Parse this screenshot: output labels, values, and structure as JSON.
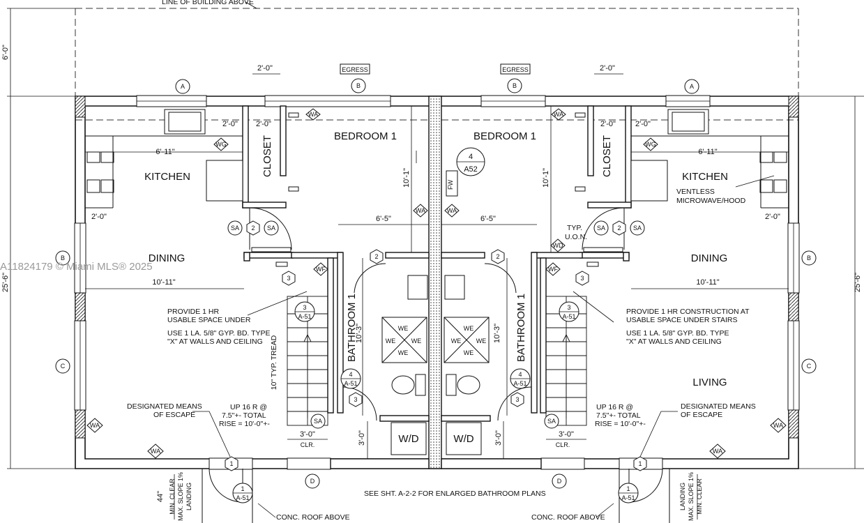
{
  "header": {
    "line_of_building": "LINE OF BUILDING ABOVE",
    "egress": "EGRESS"
  },
  "rooms": {
    "bedroom": "BEDROOM 1",
    "kitchen": "KITCHEN",
    "closet": "CLOSET",
    "dining": "DINING",
    "living": "LIVING",
    "bathroom": "BATHROOM 1",
    "wd": "W/D"
  },
  "grid": {
    "a": "A",
    "b": "B",
    "c": "C",
    "d": "D"
  },
  "dims": {
    "d2_0": "2'-0\"",
    "d6_11": "6'-11\"",
    "d10_1": "10'-1\"",
    "d6_5": "6'-5\"",
    "d10_11": "10'-11\"",
    "d10_3": "10'-3\"",
    "d3_0": "3'-0\"",
    "clr": "CLR.",
    "d6_0": "6'-0\"",
    "d25_6": "25'-6\"",
    "d44": "44\"",
    "tread": "10\" TYP. TREAD"
  },
  "tags": {
    "wa": "WA",
    "wg": "WG",
    "sa": "SA",
    "wf": "WF",
    "wd": "WD",
    "fw": "FW",
    "we": "WE",
    "n1": "1",
    "n2": "2",
    "n3": "3",
    "n4": "4",
    "a51": "A-51",
    "a52": "A52"
  },
  "notes": {
    "provide_left_1": "PROVIDE 1 HR",
    "provide_left_2": "USABLE SPACE UNDER",
    "provide_right_1": "PROVIDE 1 HR CONSTRUCTION AT",
    "provide_right_2": "USABLE SPACE UNDER STAIRS",
    "gyp_1": "USE 1 LA. 5/8\" GYP. BD. TYPE",
    "gyp_2": "\"X\" AT WALLS AND CEILING",
    "escape_1": "DESIGNATED MEANS",
    "escape_2": "OF ESCAPE",
    "up_1": "UP 16 R @",
    "up_2": "7.5\"+- TOTAL",
    "up_3": "RISE = 10'-0\"+-",
    "typ": "TYP.",
    "uon": "U.O.N.",
    "ventless_1": "VENTLESS",
    "ventless_2": "MICROWAVE/HOOD",
    "see_sheet": "SEE SHT. A-2-2 FOR ENLARGED BATHROOM PLANS",
    "conc_roof": "CONC. ROOF ABOVE",
    "landing_1": "MIN. CLEAR",
    "landing_2": "MAX. SLOPE 1%",
    "landing_3": "LANDING"
  },
  "watermark": "A11824179 © Miami MLS® 2025"
}
